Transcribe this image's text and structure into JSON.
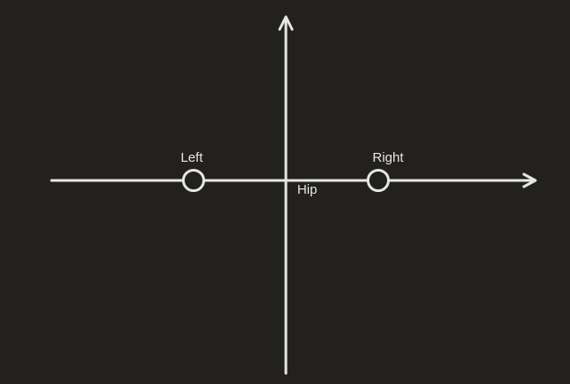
{
  "diagram": {
    "labels": {
      "left": "Left",
      "right": "Right",
      "center": "Hip"
    },
    "colors": {
      "background": "#222120",
      "stroke": "#e6e6e4",
      "text": "#e6e6e4"
    },
    "axes": {
      "horizontal_arrow": "right",
      "vertical_arrow": "up"
    },
    "markers": [
      "left-marker-circle",
      "right-marker-circle"
    ]
  }
}
